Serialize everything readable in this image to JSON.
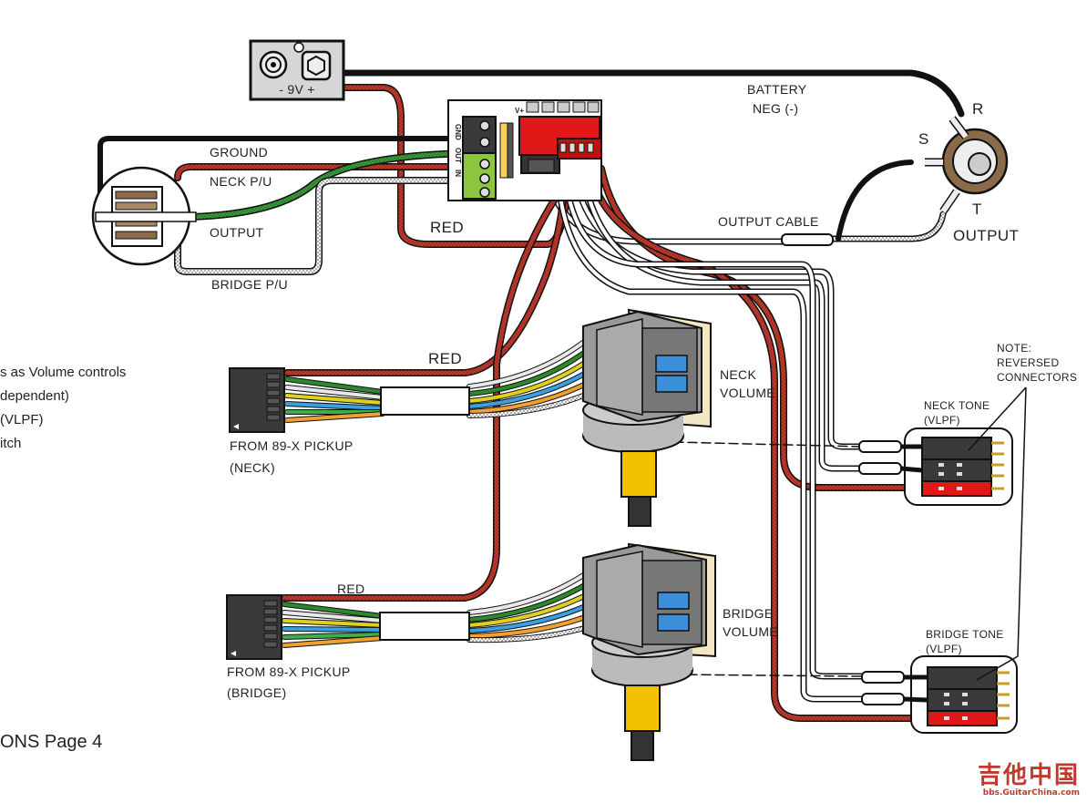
{
  "labels": {
    "ground": "GROUND",
    "neck_pu": "NECK P/U",
    "output": "OUTPUT",
    "bridge_pu": "BRIDGE P/U",
    "red_top": "RED",
    "battery_neg_line1": "BATTERY",
    "battery_neg_line2": "NEG (-)",
    "output_cable": "OUTPUT CABLE",
    "jack_r": "R",
    "jack_s": "S",
    "jack_t": "T",
    "jack_output": "OUTPUT",
    "red_neck": "RED",
    "red_bridge": "RED",
    "neck_volume_line1": "NECK",
    "neck_volume_line2": "VOLUME",
    "bridge_volume_line1": "BRIDGE",
    "bridge_volume_line2": "VOLUME",
    "from_neck_line1": "FROM 89-X PICKUP",
    "from_neck_line2": "(NECK)",
    "from_bridge_line1": "FROM 89-X PICKUP",
    "from_bridge_line2": "(BRIDGE)",
    "note_line1": "NOTE:",
    "note_line2": "REVERSED",
    "note_line3": "CONNECTORS",
    "neck_tone_line1": "NECK TONE",
    "neck_tone_line2": "(VLPF)",
    "bridge_tone_line1": "BRIDGE TONE",
    "bridge_tone_line2": "(VLPF)",
    "battery_text": "-  9V  +",
    "board_vplus": "V+",
    "board_gnd": "GND",
    "board_out": "OUT",
    "board_in": "IN"
  },
  "side_text": [
    "s as Volume controls",
    "dependent)",
    "(VLPF)",
    "itch"
  ],
  "footer": "ONS Page 4",
  "watermark": {
    "big": "吉他中国",
    "small": "bbs.GuitarChina.com"
  },
  "colors": {
    "red_wire": "#c0392b",
    "green_wire": "#3a9a3a",
    "black_wire": "#1a1a1a",
    "red_connector": "#e01818",
    "pot_shaft": "#f2c200",
    "blue_switch": "#3a8fd8",
    "terminal_green": "#8cc63f",
    "tan_board": "#f3e7c4"
  }
}
